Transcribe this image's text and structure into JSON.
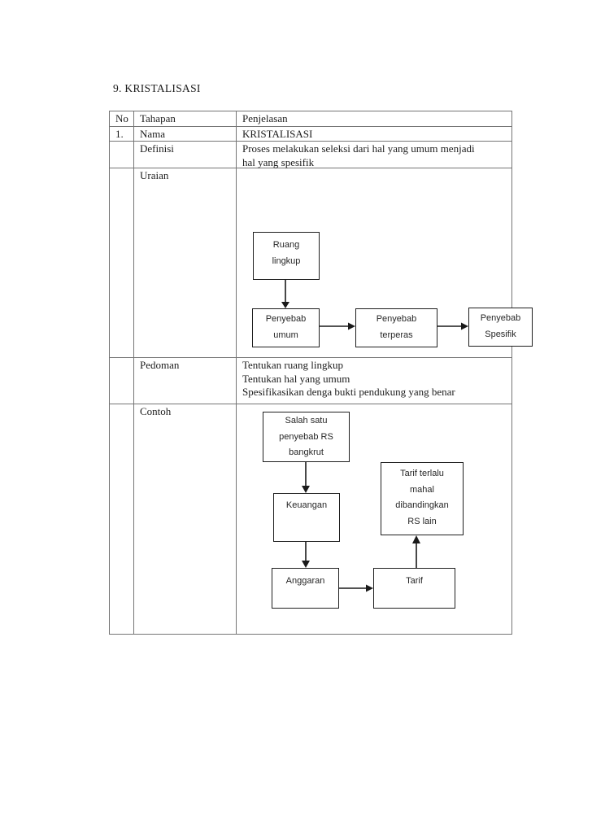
{
  "document": {
    "title": "9. KRISTALISASI"
  },
  "table": {
    "columns": [
      "No",
      "Tahapan",
      "Penjelasan"
    ],
    "rows": [
      {
        "no": "1.",
        "tahapan": "Nama",
        "penjelasan": "KRISTALISASI"
      },
      {
        "no": "",
        "tahapan": "Definisi",
        "penjelasan": "Proses melakukan seleksi dari hal yang umum menjadi\nhal yang spesifik"
      },
      {
        "no": "",
        "tahapan": "Uraian",
        "penjelasan": ""
      },
      {
        "no": "",
        "tahapan": "Pedoman",
        "penjelasan": "Tentukan ruang lingkup\nTentukan hal yang umum\nSpesifikasikan denga bukti pendukung yang benar"
      },
      {
        "no": "",
        "tahapan": "Contoh",
        "penjelasan": ""
      }
    ]
  },
  "uraian_diagram": {
    "nodes": [
      {
        "id": "ruang-lingkup",
        "label": "Ruang\nlingkup"
      },
      {
        "id": "penyebab-umum",
        "label": "Penyebab\numum"
      },
      {
        "id": "penyebab-terperas",
        "label": "Penyebab\nterperas"
      },
      {
        "id": "penyebab-spesifik",
        "label": "Penyebab\nSpesifik"
      }
    ]
  },
  "contoh_diagram": {
    "nodes": [
      {
        "id": "salah-satu",
        "label": "Salah satu\npenyebab RS\nbangkrut"
      },
      {
        "id": "keuangan",
        "label": "Keuangan"
      },
      {
        "id": "tarif-terlalu",
        "label": "Tarif terlalu\nmahal\ndibandingkan\nRS lain"
      },
      {
        "id": "anggaran",
        "label": "Anggaran"
      },
      {
        "id": "tarif",
        "label": "Tarif"
      }
    ]
  },
  "colors": {
    "page_background": "#ffffff",
    "table_border": "#757575",
    "node_border": "#1f1f1f",
    "text": "#1c1c1c"
  }
}
